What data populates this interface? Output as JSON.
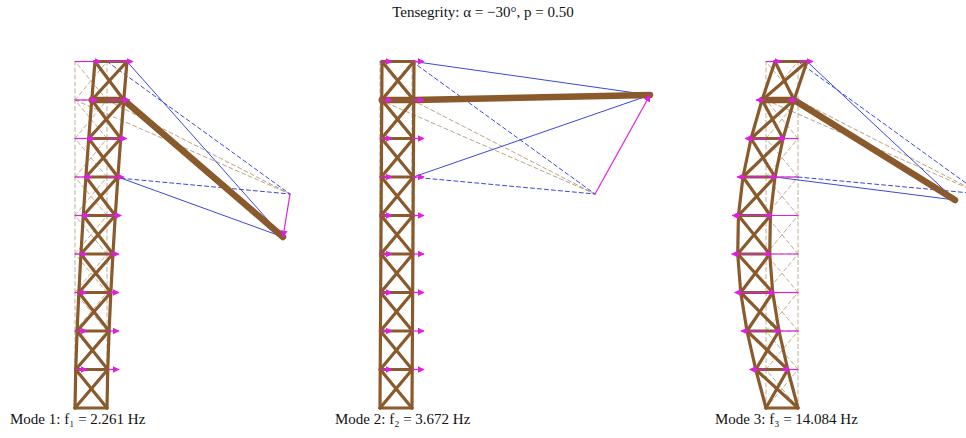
{
  "diagram": {
    "title": "Tensegrity: α = −30°, p = 0.50",
    "labels": [
      "Mode 1: f₁ = 2.261 Hz",
      "Mode 2: f₂ = 3.672 Hz",
      "Mode 3: f₃ = 14.084 Hz"
    ]
  }
}
